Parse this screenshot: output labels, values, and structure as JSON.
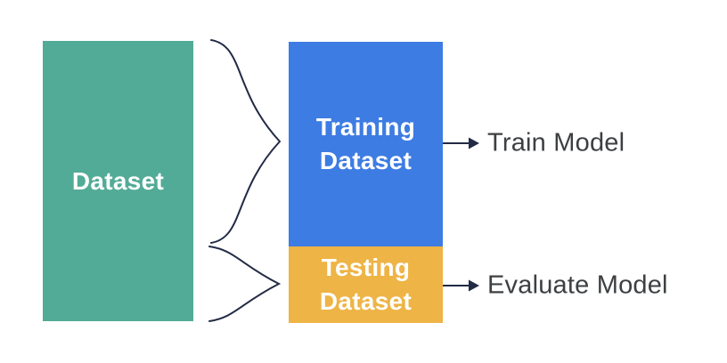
{
  "colors": {
    "background": "#ffffff",
    "dataset_box": "#52ab96",
    "training_box": "#3d7ce3",
    "testing_box": "#eeb445",
    "box_label": "#ffffff",
    "connector": "#222a45",
    "side_label": "#3c4043"
  },
  "boxes": {
    "dataset": {
      "label": "Dataset"
    },
    "training": {
      "label": "Training Dataset",
      "lines": [
        "Training",
        "Dataset"
      ]
    },
    "testing": {
      "label": "Testing Dataset",
      "lines": [
        "Testing",
        "Dataset"
      ]
    }
  },
  "labels": {
    "train_model": "Train Model",
    "evaluate_model": "Evaluate Model"
  }
}
